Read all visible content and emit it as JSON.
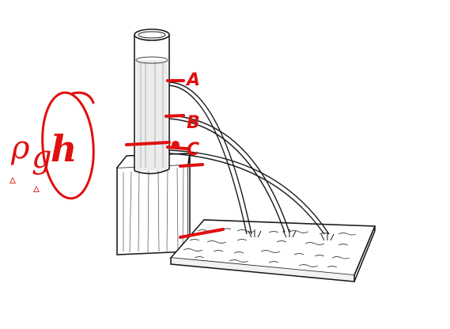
{
  "diagram": {
    "hole_labels": [
      "A",
      "B",
      "C"
    ],
    "formula": {
      "rho": "ρ",
      "g": "g",
      "h": "h"
    },
    "delta_marks": [
      "▵",
      "▵"
    ],
    "colors": {
      "ink": "#1a1a1a",
      "annotation": "#e01010",
      "water": "#6a6a6a"
    }
  }
}
